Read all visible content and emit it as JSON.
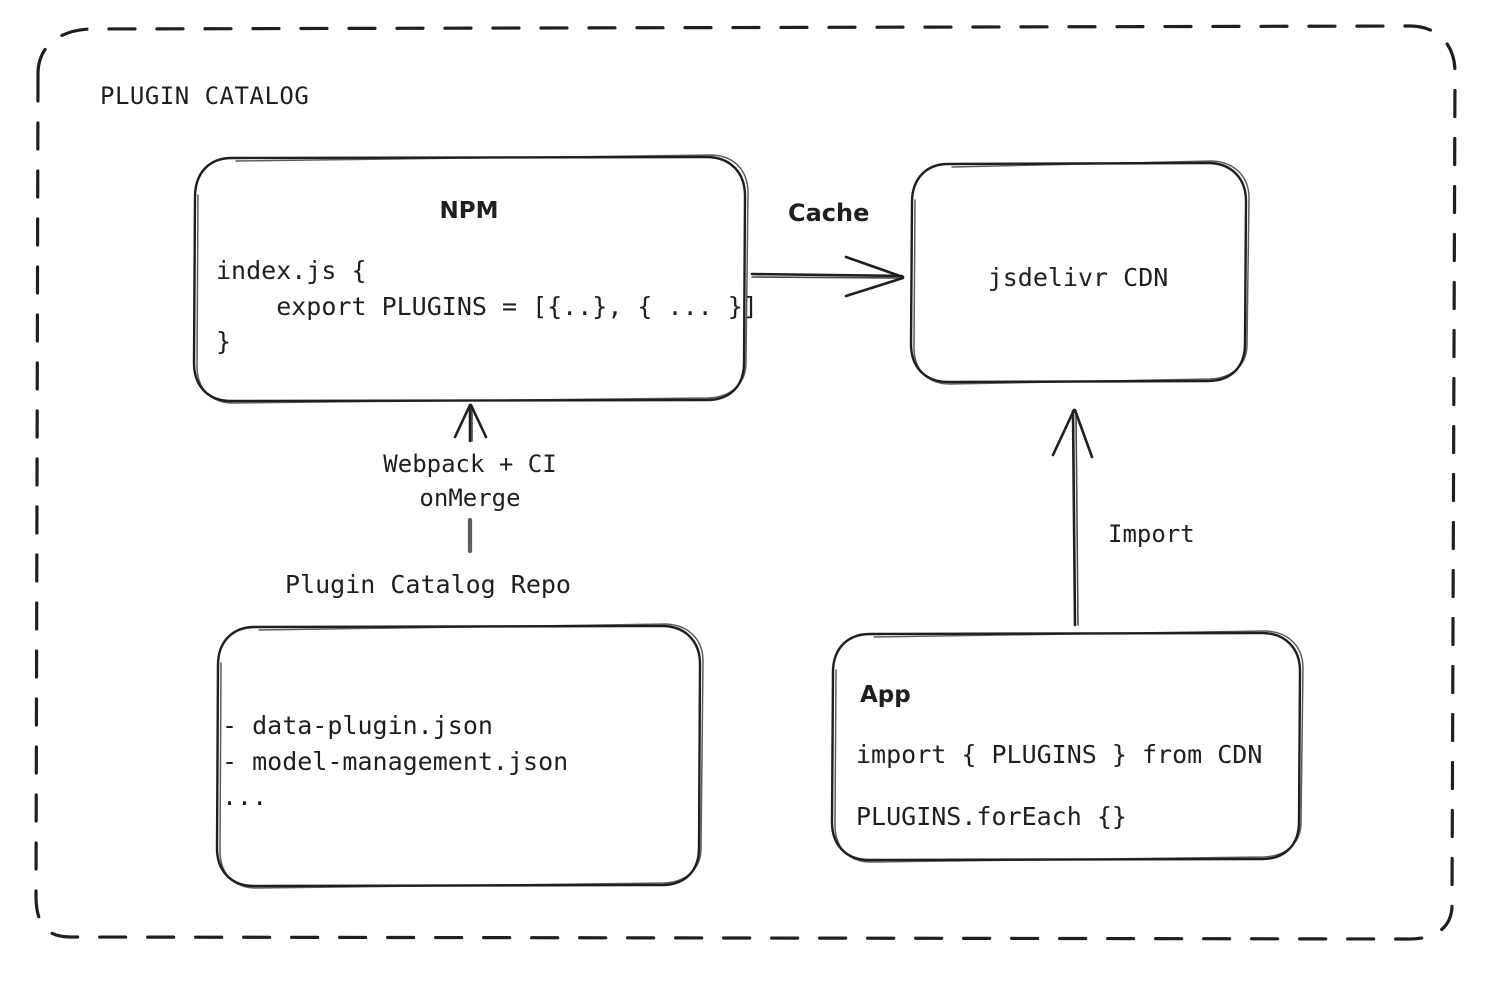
{
  "diagram": {
    "title": "PLUGIN CATALOG",
    "background": "#ffffff",
    "stroke": "#1f1f1f",
    "nodes": {
      "npm": {
        "title": "NPM",
        "code": "index.js {\n    export PLUGINS = [{..}, { ... }]\n}"
      },
      "cdn": {
        "title": "jsdelivr CDN"
      },
      "repo": {
        "caption": "Plugin Catalog Repo",
        "files": "- data-plugin.json\n- model-management.json\n..."
      },
      "app": {
        "title": "App",
        "line1": "import { PLUGINS } from CDN",
        "line2": "PLUGINS.forEach {}"
      }
    },
    "edges": {
      "cache": "Cache",
      "webpack": "Webpack + CI\nonMerge",
      "import": "Import"
    }
  }
}
